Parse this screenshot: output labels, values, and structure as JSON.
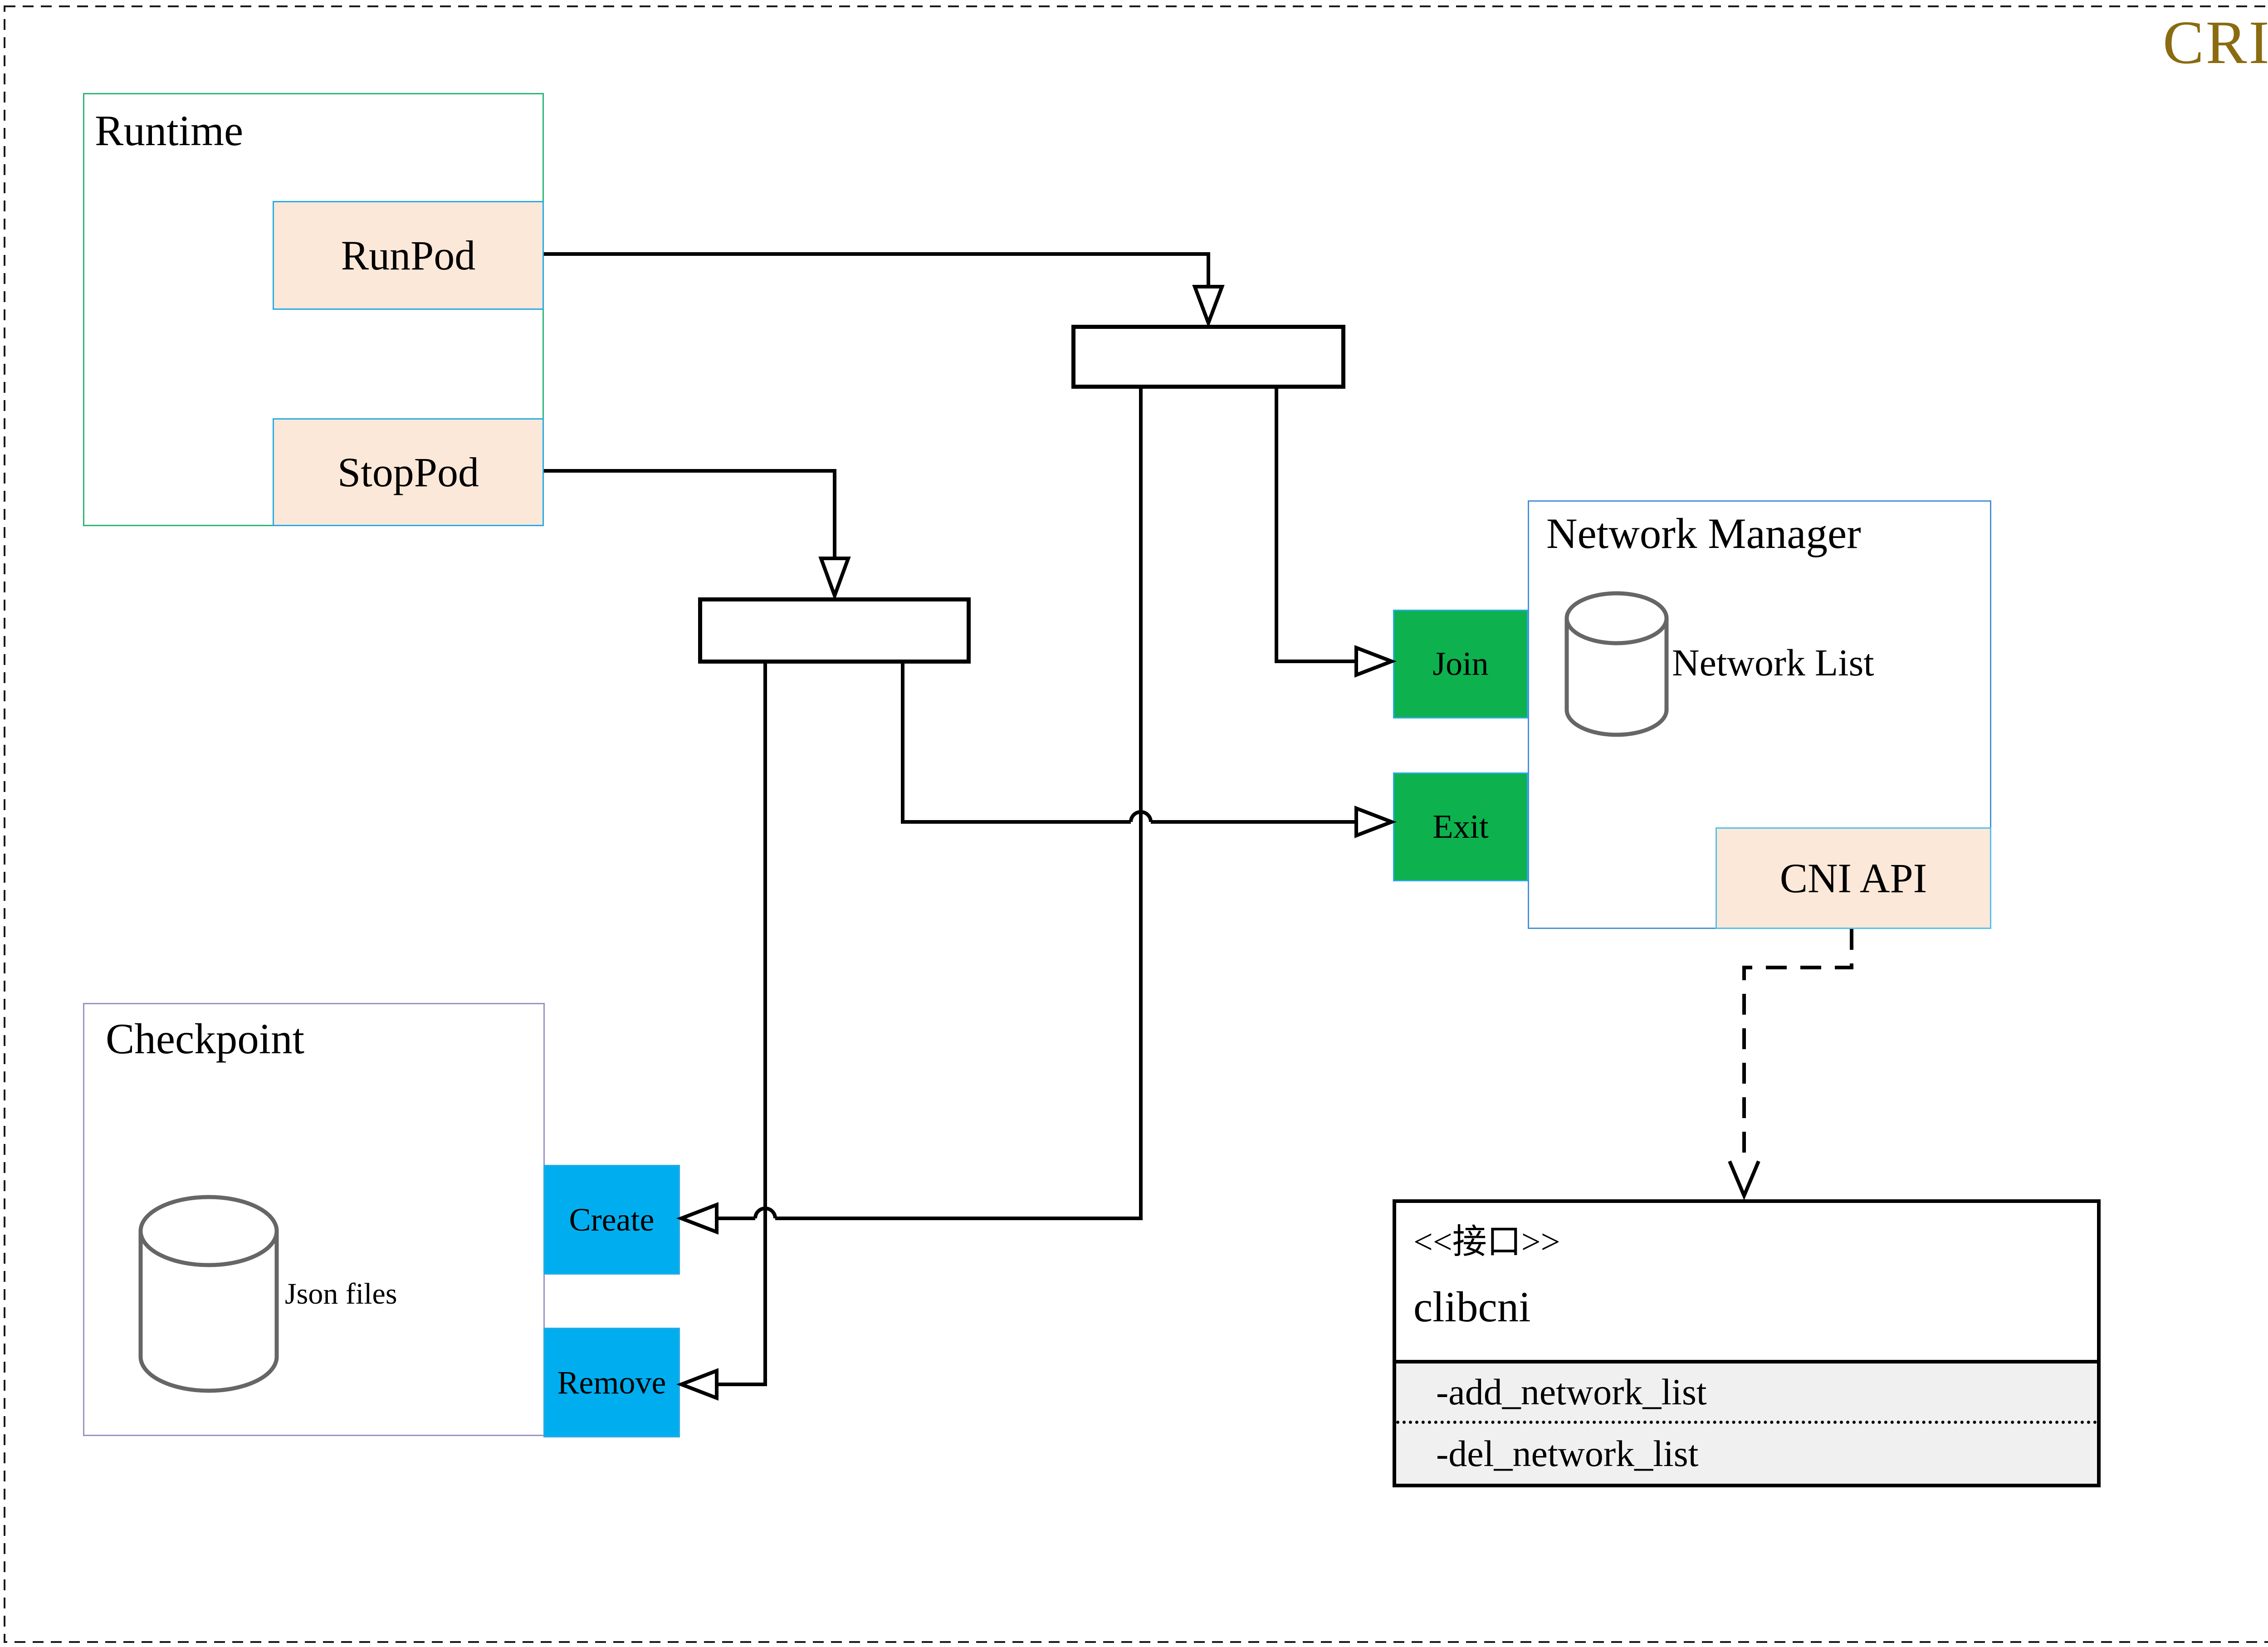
{
  "page": {
    "badge": "CRI"
  },
  "runtime": {
    "title": "Runtime",
    "run_button": "RunPod",
    "stop_button": "StopPod"
  },
  "network_manager": {
    "title": "Network Manager",
    "network_list_label": "Network List",
    "cni_api_label": "CNI API",
    "join_label": "Join",
    "exit_label": "Exit"
  },
  "checkpoint": {
    "title": "Checkpoint",
    "json_files_label": "Json files",
    "create_label": "Create",
    "remove_label": "Remove"
  },
  "clibcni": {
    "stereotype": "<<接口>>",
    "name": "clibcni",
    "method_add": "-add_network_list",
    "method_del": "-del_network_list"
  },
  "colors": {
    "cri_gold": "#8a6b10",
    "runtime_border_green": "#2bb673",
    "network_manager_border_blue": "#4a8fd3",
    "checkpoint_border_purple": "#9d90c5",
    "action_green": "#0db14e",
    "action_blue": "#00aeef",
    "peach_fill": "#fbe8d8",
    "peach_border_cyan": "#29abe2",
    "uml_attrs_bg": "#f0f0f0",
    "cylinder_stroke": "#666666",
    "connector_black": "#000000"
  }
}
